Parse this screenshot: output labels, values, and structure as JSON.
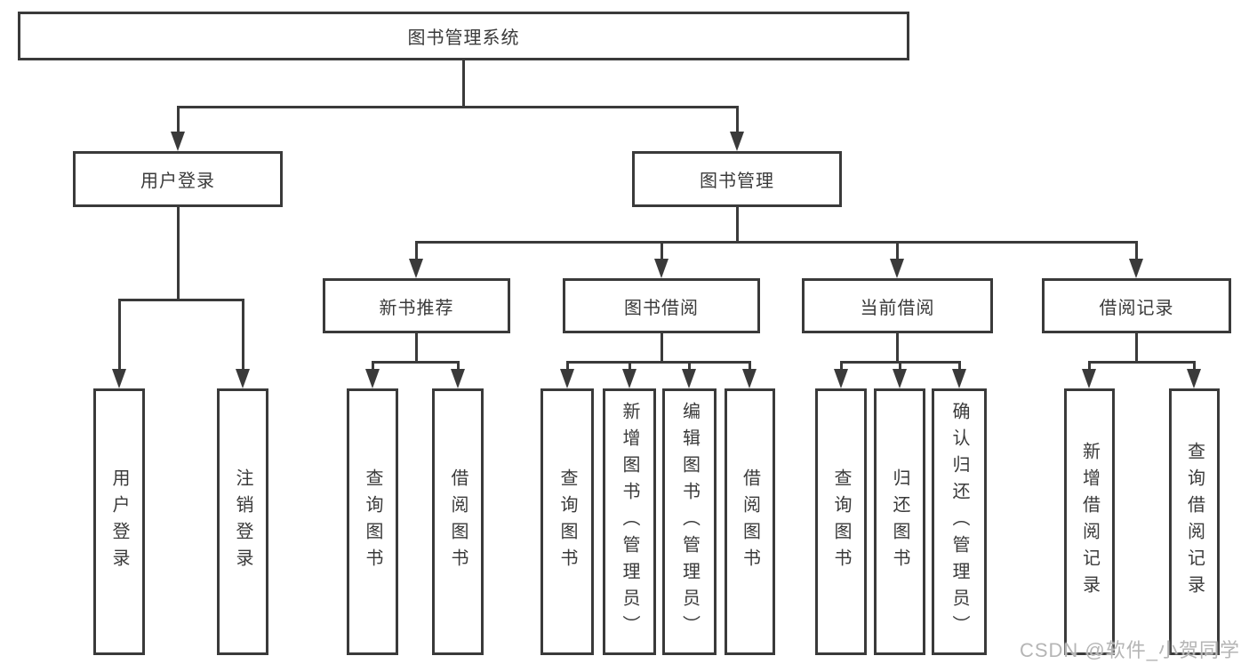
{
  "colors": {
    "line": "#3a3a3a",
    "node_bg": "#ffffff",
    "text": "#3a3a3a",
    "watermark": "#b5b5b5"
  },
  "watermark": {
    "text": "CSDN @软件_小贺同学"
  },
  "tree": {
    "root": {
      "label": "图书管理系统",
      "children": [
        {
          "label": "用户登录",
          "children": [
            {
              "label": "用户登录"
            },
            {
              "label": "注销登录"
            }
          ]
        },
        {
          "label": "图书管理",
          "children": [
            {
              "label": "新书推荐",
              "children": [
                {
                  "label": "查询图书"
                },
                {
                  "label": "借阅图书"
                }
              ]
            },
            {
              "label": "图书借阅",
              "children": [
                {
                  "label": "查询图书"
                },
                {
                  "label": "新增图书（管理员）"
                },
                {
                  "label": "编辑图书（管理员）"
                },
                {
                  "label": "借阅图书"
                }
              ]
            },
            {
              "label": "当前借阅",
              "children": [
                {
                  "label": "查询图书"
                },
                {
                  "label": "归还图书"
                },
                {
                  "label": "确认归还（管理员）"
                }
              ]
            },
            {
              "label": "借阅记录",
              "children": [
                {
                  "label": "新增借阅记录"
                },
                {
                  "label": "查询借阅记录"
                }
              ]
            }
          ]
        }
      ]
    }
  }
}
